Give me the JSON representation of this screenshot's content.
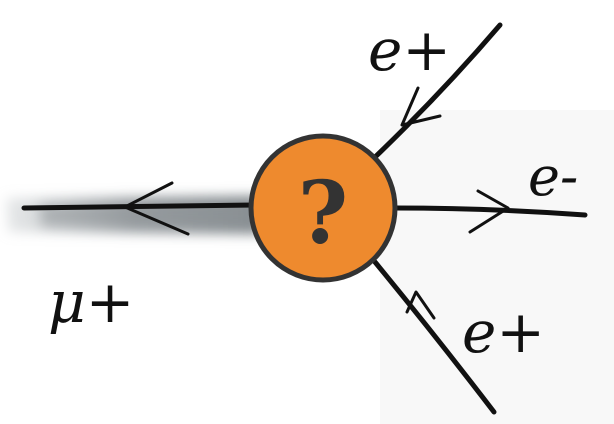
{
  "diagram": {
    "vertex_symbol": "?",
    "particles": {
      "muon": "μ+",
      "positron_top": "e+",
      "electron": "e-",
      "positron_bottom": "e+"
    },
    "colors": {
      "vertex_fill": "#EE8A2E",
      "vertex_stroke": "#333333",
      "ink": "#111111",
      "smudge": "#9aa0a3"
    }
  }
}
